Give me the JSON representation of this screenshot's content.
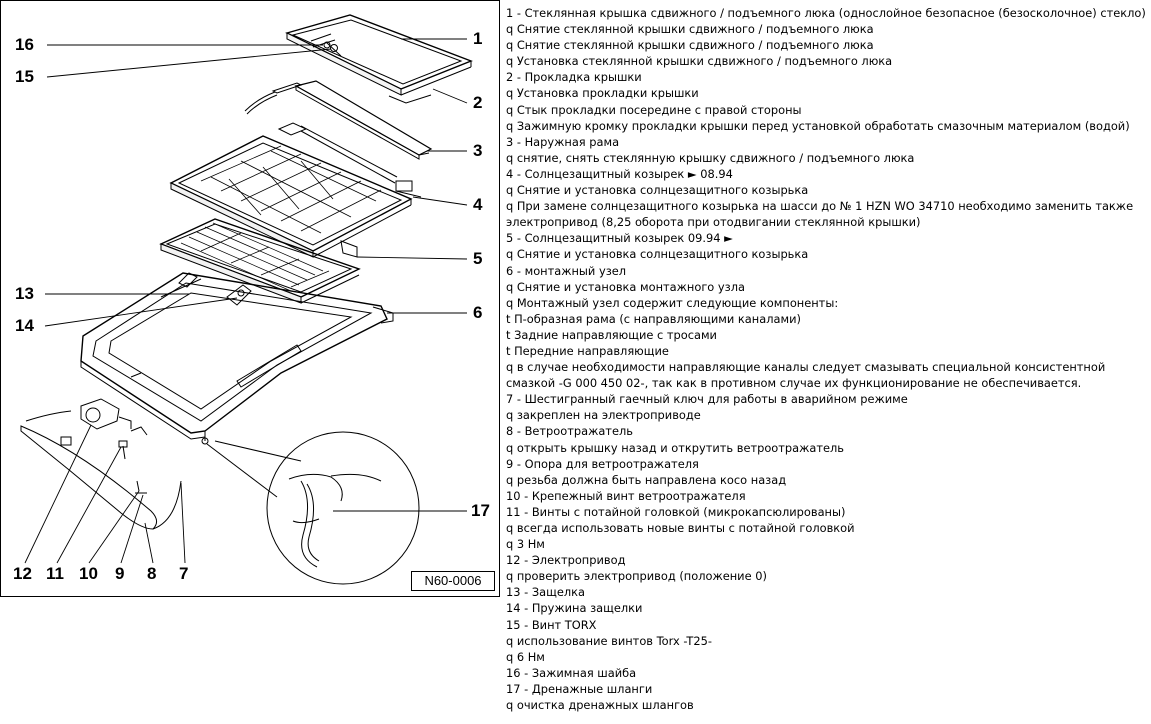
{
  "figure": {
    "id": "N60-0006",
    "callouts": [
      {
        "key": "c16",
        "text": "16"
      },
      {
        "key": "c15",
        "text": "15"
      },
      {
        "key": "c13",
        "text": "13"
      },
      {
        "key": "c14",
        "text": "14"
      },
      {
        "key": "c1",
        "text": "1"
      },
      {
        "key": "c2",
        "text": "2"
      },
      {
        "key": "c3",
        "text": "3"
      },
      {
        "key": "c4",
        "text": "4"
      },
      {
        "key": "c5",
        "text": "5"
      },
      {
        "key": "c6",
        "text": "6"
      },
      {
        "key": "c17",
        "text": "17"
      },
      {
        "key": "c12",
        "text": "12"
      },
      {
        "key": "c11",
        "text": "11"
      },
      {
        "key": "c10",
        "text": "10"
      },
      {
        "key": "c9",
        "text": "9"
      },
      {
        "key": "c8",
        "text": "8"
      },
      {
        "key": "c7",
        "text": "7"
      }
    ]
  },
  "legend": [
    "1 - Стеклянная крышка сдвижного / подъемного люка (однослойное безопасное (безосколочное) стекло)",
    "q Снятие стеклянной крышки сдвижного / подъемного люка",
    "q Снятие стеклянной крышки сдвижного / подъемного люка",
    "q Установка стеклянной крышки сдвижного / подъемного люка",
    "2 - Прокладка крышки",
    "q Установка прокладки крышки",
    "q Стык прокладки посередине с правой стороны",
    "q Зажимную кромку прокладки крышки перед установкой обработать смазочным материалом (водой)",
    "3 - Наружная рама",
    "q снятие, снять стеклянную крышку сдвижного / подъемного люка",
    "4 - Солнцезащитный козырек ► 08.94",
    "q Снятие и установка солнцезащитного козырька",
    "q При замене солнцезащитного козырька на шасси до № 1 HZN WO 34710 необходимо заменить также электропривод (8,25 оборота при отодвигании стеклянной крышки)",
    "5 - Солнцезащитный козырек 09.94 ►",
    "q Снятие и установка солнцезащитного козырька",
    "6 - монтажный узел",
    "q Снятие и установка монтажного узла",
    "q Монтажный узел содержит следующие компоненты:",
    "t П-образная рама (с направляющими каналами)",
    "t Задние направляющие с тросами",
    "t Передние направляющие",
    "q в случае необходимости направляющие каналы следует смазывать специальной консистентной смазкой -G 000 450 02-, так как в противном случае их функционирование не обеспечивается.",
    "7 - Шестигранный гаечный ключ для работы в аварийном режиме",
    "q закреплен на электроприводе",
    "8 - Ветроотражатель",
    "q открыть крышку назад и открутить ветроотражатель",
    "9 - Опора для ветроотражателя",
    "q резьба должна быть направлена косо назад",
    "10 - Крепежный винт ветроотражателя",
    "11 - Винты с потайной головкой (микрокапсюлированы)",
    "q всегда использовать новые винты с потайной головкой",
    "q 3 Нм",
    "12 - Электропривод",
    "q проверить электропривод (положение 0)",
    "13 - Защелка",
    "14 - Пружина защелки",
    "15 - Винт TORX",
    "q использование винтов Torx -T25-",
    "q 6 Нм",
    "16 - Зажимная шайба",
    "17 - Дренажные шланги",
    "q очистка дренажных шлангов"
  ]
}
